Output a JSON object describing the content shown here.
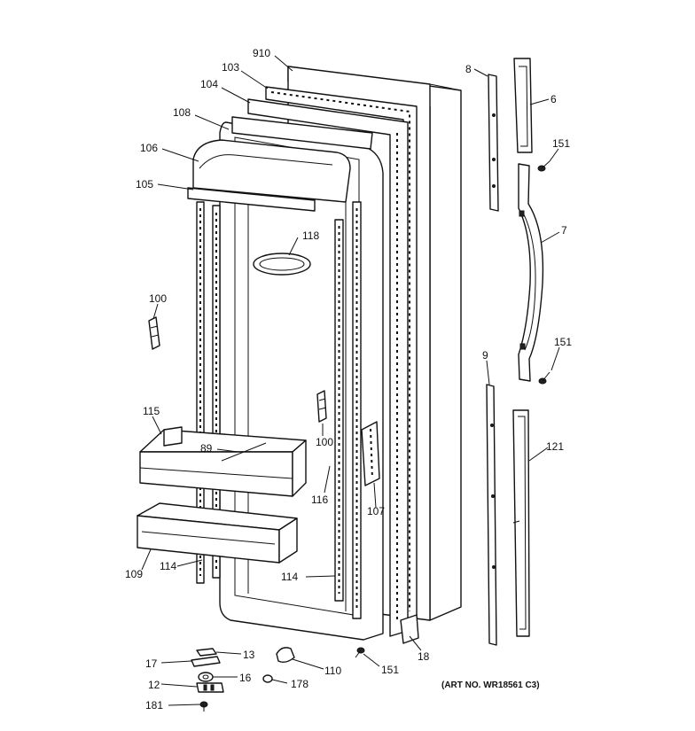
{
  "labels": {
    "l910": "910",
    "l103": "103",
    "l104": "104",
    "l108": "108",
    "l106": "106",
    "l105": "105",
    "l118": "118",
    "l100a": "100",
    "l115": "115",
    "l89": "89",
    "l100b": "100",
    "l116": "116",
    "l107": "107",
    "l109": "109",
    "l114a": "114",
    "l114b": "114",
    "l18": "18",
    "l8": "8",
    "l6": "6",
    "l151a": "151",
    "l7": "7",
    "l9": "9",
    "l151b": "151",
    "l121": "121",
    "l13": "13",
    "l17": "17",
    "l16": "16",
    "l12": "12",
    "l181": "181",
    "l110": "110",
    "l178": "178",
    "l151c": "151"
  },
  "art_number": "(ART NO. WR18561 C3)"
}
